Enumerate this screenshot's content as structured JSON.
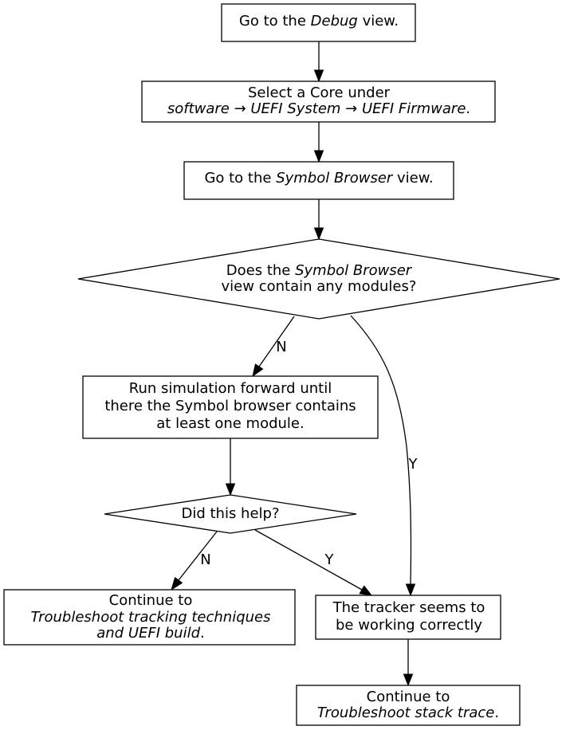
{
  "diagram": {
    "type": "flowchart",
    "nodes": [
      {
        "id": "debug",
        "shape": "box",
        "lines": [
          [
            {
              "t": "Go to the "
            },
            {
              "t": "Debug",
              "i": true
            },
            {
              "t": " view."
            }
          ]
        ]
      },
      {
        "id": "core",
        "shape": "box",
        "lines": [
          [
            {
              "t": "Select a Core under"
            }
          ],
          [
            {
              "t": "software → UEFI System → UEFI Firmware",
              "i": true
            },
            {
              "t": "."
            }
          ]
        ]
      },
      {
        "id": "symbrowser",
        "shape": "box",
        "lines": [
          [
            {
              "t": "Go to the "
            },
            {
              "t": "Symbol Browser",
              "i": true
            },
            {
              "t": " view."
            }
          ]
        ]
      },
      {
        "id": "modules",
        "shape": "diamond",
        "lines": [
          [
            {
              "t": "Does the "
            },
            {
              "t": "Symbol Browser",
              "i": true
            }
          ],
          [
            {
              "t": "view contain any modules?"
            }
          ]
        ]
      },
      {
        "id": "runsim",
        "shape": "box",
        "lines": [
          [
            {
              "t": "Run simulation forward until"
            }
          ],
          [
            {
              "t": "there the Symbol browser contains"
            }
          ],
          [
            {
              "t": "at least one module."
            }
          ]
        ]
      },
      {
        "id": "help",
        "shape": "diamond",
        "lines": [
          [
            {
              "t": "Did this help?"
            }
          ]
        ]
      },
      {
        "id": "tracking",
        "shape": "box",
        "lines": [
          [
            {
              "t": "Continue to"
            }
          ],
          [
            {
              "t": "Troubleshoot tracking techniques",
              "i": true
            }
          ],
          [
            {
              "t": "and UEFI build",
              "i": true
            },
            {
              "t": "."
            }
          ]
        ]
      },
      {
        "id": "working",
        "shape": "box",
        "lines": [
          [
            {
              "t": "The tracker seems to"
            }
          ],
          [
            {
              "t": "be working correctly"
            }
          ]
        ]
      },
      {
        "id": "stacktrace",
        "shape": "box",
        "lines": [
          [
            {
              "t": "Continue to"
            }
          ],
          [
            {
              "t": "Troubleshoot stack trace",
              "i": true
            },
            {
              "t": "."
            }
          ]
        ]
      }
    ],
    "edges": [
      {
        "from": "debug",
        "to": "core",
        "label": ""
      },
      {
        "from": "core",
        "to": "symbrowser",
        "label": ""
      },
      {
        "from": "symbrowser",
        "to": "modules",
        "label": ""
      },
      {
        "from": "modules",
        "to": "runsim",
        "label": "N"
      },
      {
        "from": "modules",
        "to": "working",
        "label": "Y"
      },
      {
        "from": "runsim",
        "to": "help",
        "label": ""
      },
      {
        "from": "help",
        "to": "tracking",
        "label": "N"
      },
      {
        "from": "help",
        "to": "working",
        "label": "Y"
      },
      {
        "from": "working",
        "to": "stacktrace",
        "label": ""
      }
    ]
  }
}
